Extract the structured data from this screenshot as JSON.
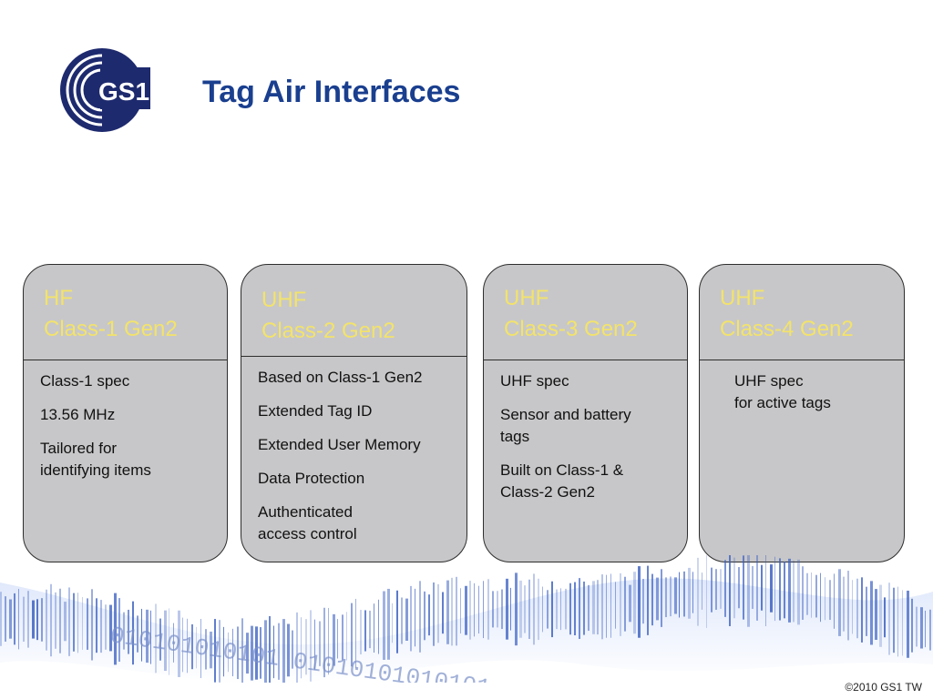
{
  "title": "Tag Air Interfaces",
  "logo": {
    "text": "GS1",
    "icon": "gs1-logo-icon",
    "color": "#1e2a6e"
  },
  "cards": [
    {
      "head": [
        "HF",
        "Class-1 Gen2"
      ],
      "items": [
        "Class-1 spec",
        "13.56 MHz",
        "Tailored for\nidentifying items"
      ]
    },
    {
      "head": [
        "UHF",
        "Class-2 Gen2"
      ],
      "items": [
        "Based on Class-1 Gen2",
        "Extended Tag ID",
        "Extended User Memory",
        "Data Protection",
        "Authenticated\naccess control"
      ]
    },
    {
      "head": [
        "UHF",
        "Class-3 Gen2"
      ],
      "items": [
        "UHF spec",
        "Sensor and battery\ntags",
        "Built on Class-1 &\nClass-2 Gen2"
      ]
    },
    {
      "head": [
        "UHF",
        "Class-4 Gen2"
      ],
      "items": [
        "UHF spec\nfor active tags"
      ]
    }
  ],
  "banner": {
    "binary_text": "010101010101 01010101010101",
    "icon": "barcode-wave-banner"
  },
  "footer": "©2010 GS1 TW",
  "colors": {
    "title": "#1a3f8f",
    "header_text": "#f3e36a",
    "card_fill": "#c7c7c9",
    "banner_blue": "#3a5fc0"
  }
}
